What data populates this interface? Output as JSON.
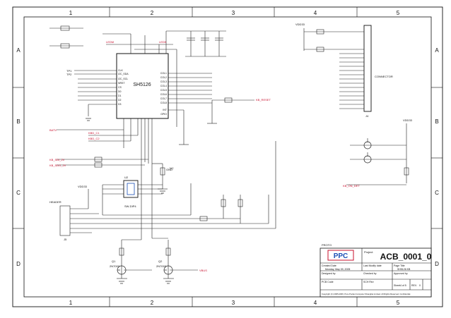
{
  "border": {
    "columns": [
      "1",
      "2",
      "3",
      "4",
      "5"
    ],
    "rows": [
      "A",
      "B",
      "C",
      "D"
    ]
  },
  "chip_main": {
    "name": "SH5126"
  },
  "chip_left_pins": [
    "CLK",
    "I2C_SDA",
    "I2C_SCL",
    "NRST",
    "CS",
    "D0",
    "D1",
    "D2",
    "D3"
  ],
  "chip_right_pins": [
    "COL1",
    "COL2",
    "COL3",
    "COL4",
    "COL5",
    "COL6",
    "COL7",
    "COL8",
    "INT",
    "GPIO"
  ],
  "nets": {
    "tp1": "TP1",
    "tp2": "TP2",
    "ledm": "LEDM",
    "ledk": "LEDK",
    "reset": "KB_RESET",
    "batv": "BATV",
    "kb_sdi": "KB_SDI_2V",
    "kb_sdo": "KB_SDO_2V",
    "kbd_c1": "KBD_C1",
    "kbd_c2": "KBD_C2",
    "kb_on": "KB_ON_DET",
    "vdd33": "VDD33",
    "gnd": "GND",
    "vbus": "VBUS"
  },
  "connector_right": {
    "name": "CONNECTOR",
    "ref": "J4"
  },
  "connector_left": {
    "name": "HEADER",
    "ref": "J5"
  },
  "small_chip": {
    "name": "U2",
    "label": "SW-DIP4"
  },
  "transistors": {
    "q1": "Q1",
    "q2": "Q2",
    "part": "2N7002"
  },
  "labels": {
    "note": "NC"
  },
  "title_block": {
    "header": "PROTO",
    "logo_text": "PPC",
    "project_label": "Project",
    "project_value": "ACB_0001_0",
    "created_date_label": "Created Date",
    "created_date_value": "Monday, May 09, 2005",
    "last_modify_label": "Last Modify date",
    "page_title_label": "Page Title",
    "page_title_value": "SH5126 KB",
    "designed_by_label": "Designed by",
    "checked_by_label": "Checked by",
    "approved_by_label": "Approved by",
    "pcb_code_label": "PCB Code",
    "sch_rev_label": "SCH Rev",
    "sheet_label": "Sheet",
    "sheet_value": "4 of 5",
    "rev_label": "REV.",
    "rev_value": "0",
    "copyright": "Copyright (C) 2005-2006, Pure Pocket Computer Shanghai Limited. All Rights Reserved. Confidential."
  }
}
